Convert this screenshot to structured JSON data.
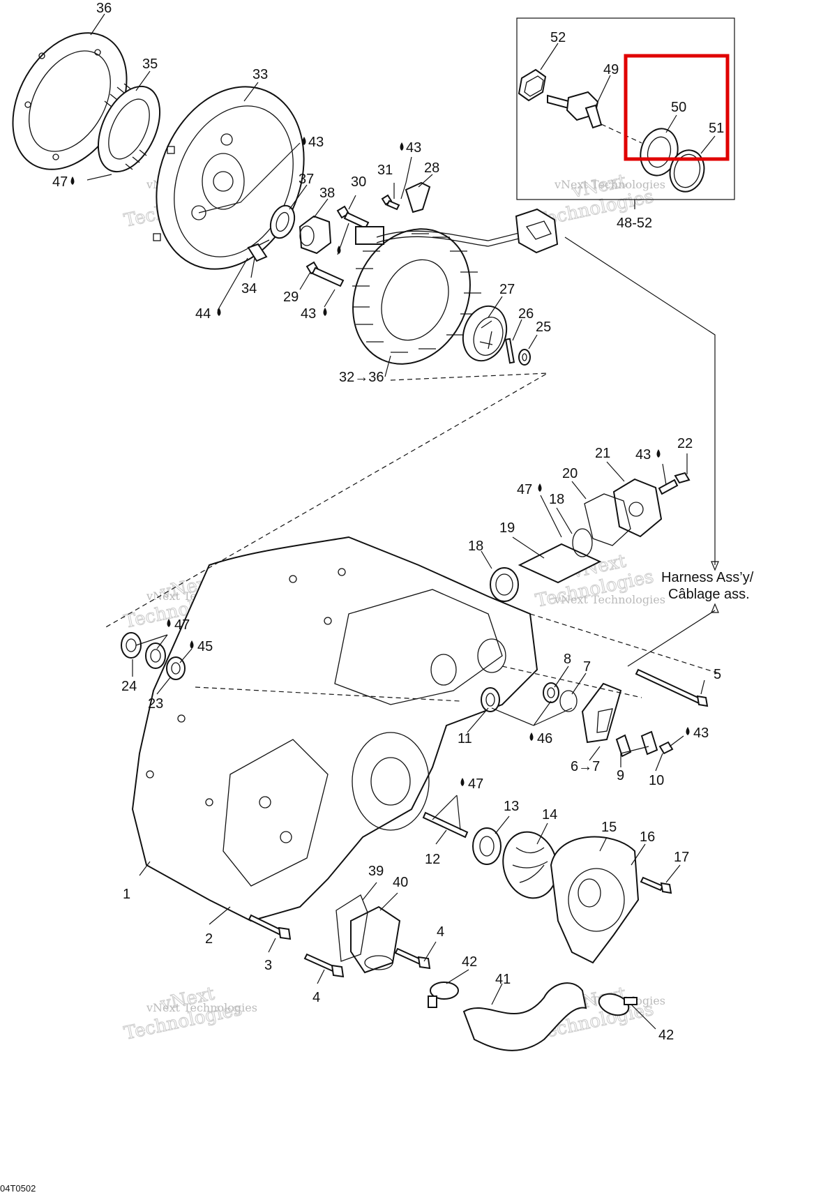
{
  "diagram": {
    "part_numbers": [
      "36",
      "35",
      "33",
      "47",
      "43",
      "37",
      "38",
      "31",
      "43",
      "28",
      "30",
      "34",
      "44",
      "29",
      "43",
      "27",
      "26",
      "25",
      "32→36",
      "52",
      "49",
      "50",
      "51",
      "48-52",
      "21",
      "43",
      "22",
      "20",
      "47",
      "18",
      "19",
      "18",
      "24",
      "47",
      "45",
      "23",
      "8",
      "7",
      "5",
      "11",
      "46",
      "6→7",
      "9",
      "10",
      "43",
      "1",
      "2",
      "3",
      "4",
      "39",
      "40",
      "4",
      "12",
      "47",
      "13",
      "14",
      "15",
      "16",
      "17",
      "42",
      "41",
      "42"
    ],
    "harness_label_en": "Harness Ass’y/",
    "harness_label_fr": "Câblage ass.",
    "figure_code": "04T0502",
    "watermark_line1": "vNext",
    "watermark_line2": "Technologies",
    "watermark_small": "vNext Technologies",
    "highlight_color": "#e00000"
  }
}
